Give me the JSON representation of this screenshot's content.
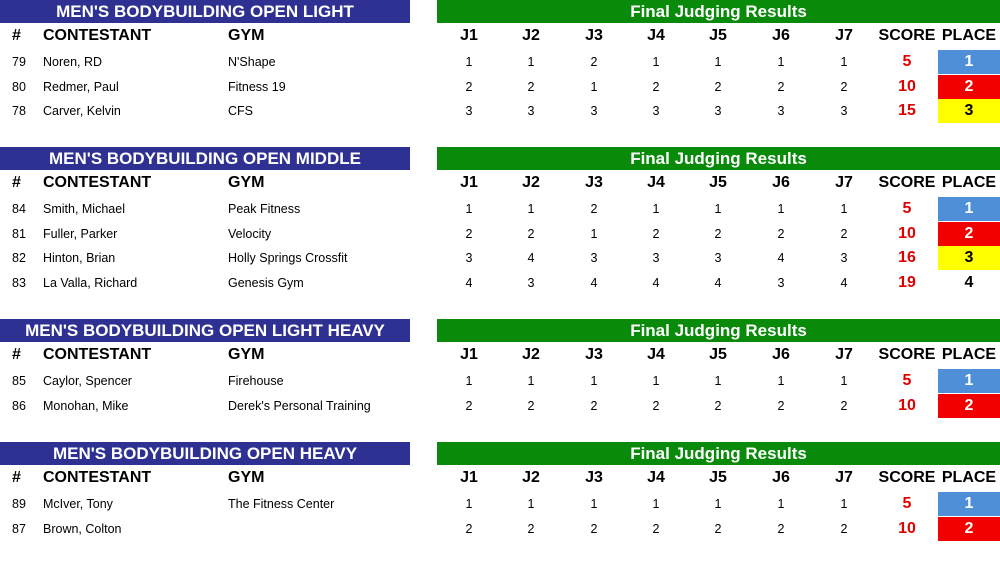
{
  "results_title": "Final Judging Results",
  "columns": {
    "num": "#",
    "contestant": "CONTESTANT",
    "gym": "GYM",
    "judges": [
      "J1",
      "J2",
      "J3",
      "J4",
      "J5",
      "J6",
      "J7"
    ],
    "score": "SCORE",
    "place": "PLACE"
  },
  "place_colors": {
    "1": "#4f8fd8",
    "2": "#f20000",
    "3": "#ffff00"
  },
  "divisions": [
    {
      "title": "MEN'S BODYBUILDING  OPEN LIGHT",
      "rows": [
        {
          "num": "79",
          "name": "Noren, RD",
          "gym": "N'Shape",
          "judges": [
            "1",
            "1",
            "2",
            "1",
            "1",
            "1",
            "1"
          ],
          "score": "5",
          "place": "1"
        },
        {
          "num": "80",
          "name": "Redmer, Paul",
          "gym": "Fitness 19",
          "judges": [
            "2",
            "2",
            "1",
            "2",
            "2",
            "2",
            "2"
          ],
          "score": "10",
          "place": "2"
        },
        {
          "num": "78",
          "name": "Carver, Kelvin",
          "gym": "CFS",
          "judges": [
            "3",
            "3",
            "3",
            "3",
            "3",
            "3",
            "3"
          ],
          "score": "15",
          "place": "3"
        }
      ]
    },
    {
      "title": "MEN'S BODYBUILDING  OPEN MIDDLE",
      "rows": [
        {
          "num": "84",
          "name": "Smith, Michael",
          "gym": "Peak Fitness",
          "judges": [
            "1",
            "1",
            "2",
            "1",
            "1",
            "1",
            "1"
          ],
          "score": "5",
          "place": "1"
        },
        {
          "num": "81",
          "name": "Fuller, Parker",
          "gym": "Velocity",
          "judges": [
            "2",
            "2",
            "1",
            "2",
            "2",
            "2",
            "2"
          ],
          "score": "10",
          "place": "2"
        },
        {
          "num": "82",
          "name": "Hinton, Brian",
          "gym": "Holly Springs Crossfit",
          "judges": [
            "3",
            "4",
            "3",
            "3",
            "3",
            "4",
            "3"
          ],
          "score": "16",
          "place": "3"
        },
        {
          "num": "83",
          "name": "La Valla, Richard",
          "gym": "Genesis Gym",
          "judges": [
            "4",
            "3",
            "4",
            "4",
            "4",
            "3",
            "4"
          ],
          "score": "19",
          "place": "4"
        }
      ]
    },
    {
      "title": "MEN'S BODYBUILDING  OPEN LIGHT HEAVY",
      "rows": [
        {
          "num": "85",
          "name": "Caylor, Spencer",
          "gym": "Firehouse",
          "judges": [
            "1",
            "1",
            "1",
            "1",
            "1",
            "1",
            "1"
          ],
          "score": "5",
          "place": "1"
        },
        {
          "num": "86",
          "name": "Monohan, Mike",
          "gym": "Derek's Personal Training",
          "judges": [
            "2",
            "2",
            "2",
            "2",
            "2",
            "2",
            "2"
          ],
          "score": "10",
          "place": "2"
        }
      ]
    },
    {
      "title": "MEN'S BODYBUILDING  OPEN HEAVY",
      "rows": [
        {
          "num": "89",
          "name": "McIver, Tony",
          "gym": "The Fitness Center",
          "judges": [
            "1",
            "1",
            "1",
            "1",
            "1",
            "1",
            "1"
          ],
          "score": "5",
          "place": "1"
        },
        {
          "num": "87",
          "name": "Brown, Colton",
          "gym": "",
          "judges": [
            "2",
            "2",
            "2",
            "2",
            "2",
            "2",
            "2"
          ],
          "score": "10",
          "place": "2"
        }
      ]
    }
  ]
}
